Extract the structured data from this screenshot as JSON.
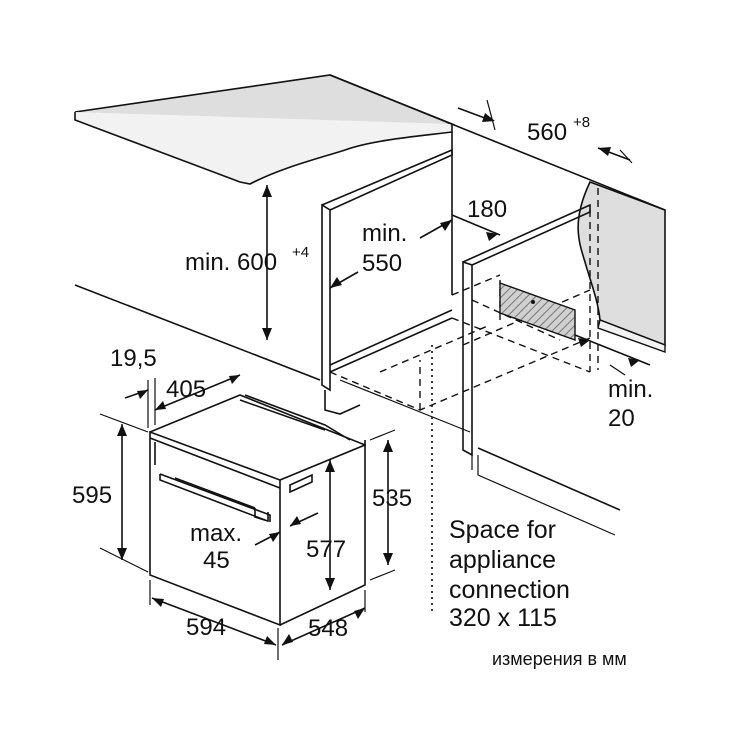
{
  "labels": {
    "cabinet_height": "min. 600",
    "cabinet_height_tol": "+4",
    "cabinet_depth_min": "min.",
    "cabinet_depth_val": "550",
    "worktop_width": "560",
    "worktop_width_tol": "+8",
    "offset_180": "180",
    "gap_min": "min.",
    "gap_val": "20",
    "panel_19_5": "19,5",
    "width_405": "405",
    "oven_height": "595",
    "oven_width": "594",
    "oven_depth": "548",
    "niche_depth": "535",
    "inner_height": "577",
    "handle_max": "max.",
    "handle_val": "45",
    "space_line1": "Space for",
    "space_line2": "appliance",
    "space_line3": "connection",
    "space_line4": "320 x 115",
    "units_note": "измерения в мм"
  },
  "colors": {
    "worktop": "#dedede",
    "line": "#111111",
    "hatch": "#9a9a9a"
  }
}
